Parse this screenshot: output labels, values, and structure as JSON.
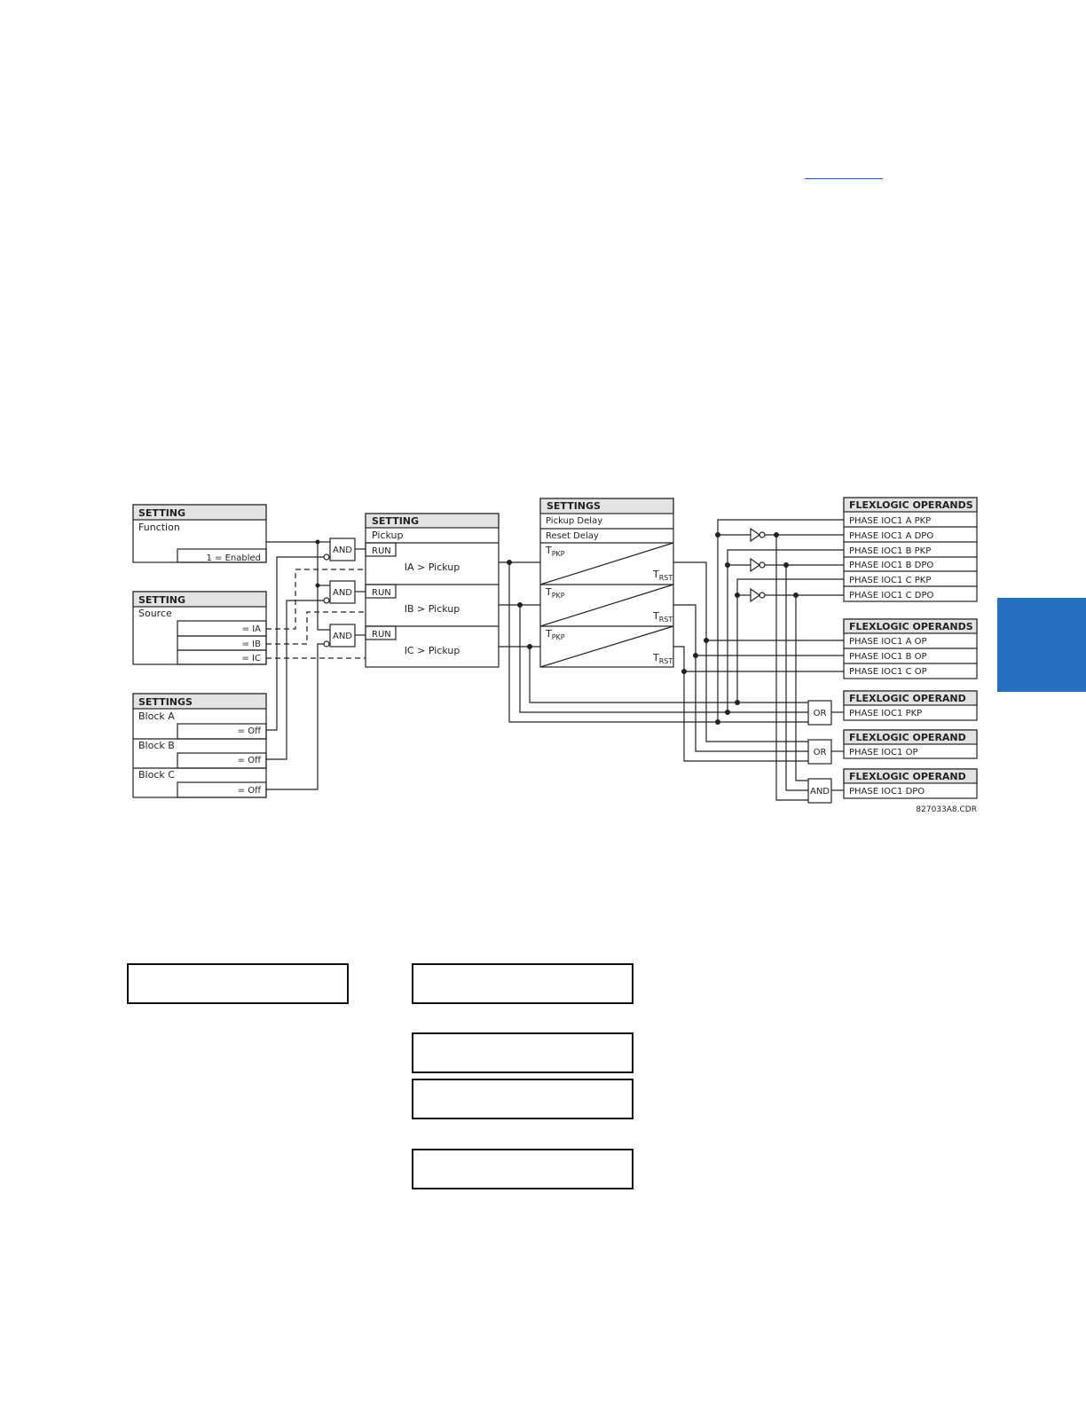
{
  "function_setting": {
    "header": "SETTING",
    "label": "Function",
    "value": "1 = Enabled"
  },
  "source_setting": {
    "header": "SETTING",
    "label": "Source",
    "values": [
      "= IA",
      "= IB",
      "= IC"
    ]
  },
  "block_settings": {
    "header": "SETTINGS",
    "items": [
      {
        "label": "Block A",
        "value": "= Off"
      },
      {
        "label": "Block B",
        "value": "= Off"
      },
      {
        "label": "Block C",
        "value": "= Off"
      }
    ]
  },
  "pickup_setting": {
    "header": "SETTING",
    "label": "Pickup",
    "run_label": "RUN",
    "comparators": [
      "IA > Pickup",
      "IB > Pickup",
      "IC > Pickup"
    ]
  },
  "timer_settings": {
    "header": "SETTINGS",
    "pickup_delay": "Pickup Delay",
    "reset_delay": "Reset Delay",
    "t_main": "T",
    "pkp_sub": "PKP",
    "rst_sub": "RST"
  },
  "gates": {
    "and": "AND",
    "or": "OR"
  },
  "operands_group_1": {
    "header": "FLEXLOGIC OPERANDS",
    "items": [
      "PHASE IOC1 A PKP",
      "PHASE IOC1 A DPO",
      "PHASE IOC1 B PKP",
      "PHASE IOC1 B DPO",
      "PHASE IOC1 C PKP",
      "PHASE IOC1 C DPO"
    ]
  },
  "operands_group_2": {
    "header": "FLEXLOGIC OPERANDS",
    "items": [
      "PHASE IOC1 A OP",
      "PHASE IOC1 B OP",
      "PHASE IOC1 C OP"
    ]
  },
  "operand_pkp": {
    "header": "FLEXLOGIC OPERAND",
    "item": "PHASE IOC1 PKP"
  },
  "operand_op": {
    "header": "FLEXLOGIC OPERAND",
    "item": "PHASE IOC1 OP"
  },
  "operand_dpo": {
    "header": "FLEXLOGIC OPERAND",
    "item": "PHASE IOC1 DPO"
  },
  "drawing_ref": "827033A8.CDR",
  "colors": {
    "chapter_tab": "#2571c0",
    "link_underline": "#1a56c8",
    "header_fill": "#e3e3e3"
  }
}
